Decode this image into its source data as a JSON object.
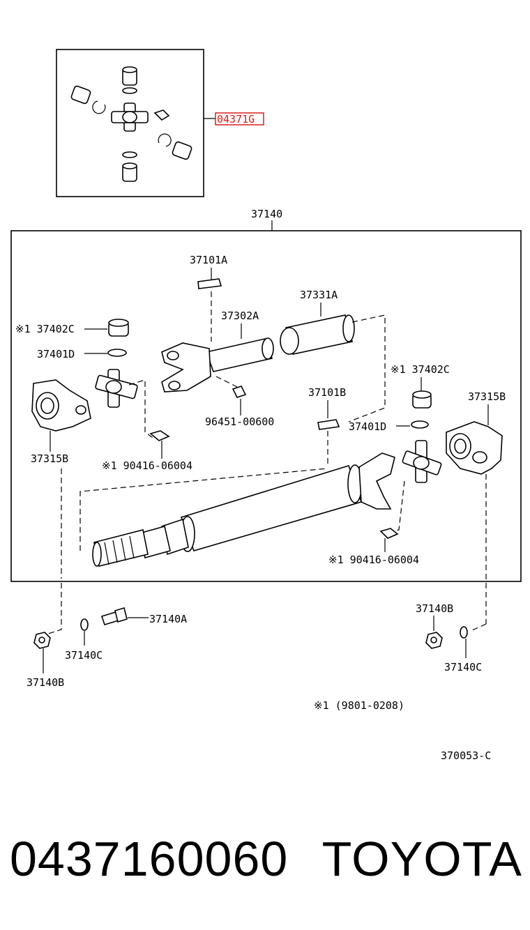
{
  "labels": {
    "part_04371G": "04371G",
    "assembly": "37140",
    "p37101A": "37101A",
    "p37331A": "37331A",
    "p37302A": "37302A",
    "p37402C_left": "※1 37402C",
    "p37401D_left": "37401D",
    "p37315B_left": "37315B",
    "p96451": "96451-00600",
    "p90416_upper": "※1 90416-06004",
    "p37101B": "37101B",
    "p37402C_right": "※1 37402C",
    "p37315B_right": "37315B",
    "p37401D_right": "37401D",
    "p90416_lower": "※1 90416-06004",
    "p37140A": "37140A",
    "p37140C_left": "37140C",
    "p37140B_left": "37140B",
    "p37140B_right": "37140B",
    "p37140C_right": "37140C",
    "note": "※1 (9801-0208)",
    "diagram_code": "370053-C"
  },
  "footer": {
    "part_number": "0437160060",
    "brand": "TOYOTA"
  },
  "colors": {
    "highlight": "#d81e1e",
    "ink": "#000000",
    "paper": "#ffffff"
  }
}
